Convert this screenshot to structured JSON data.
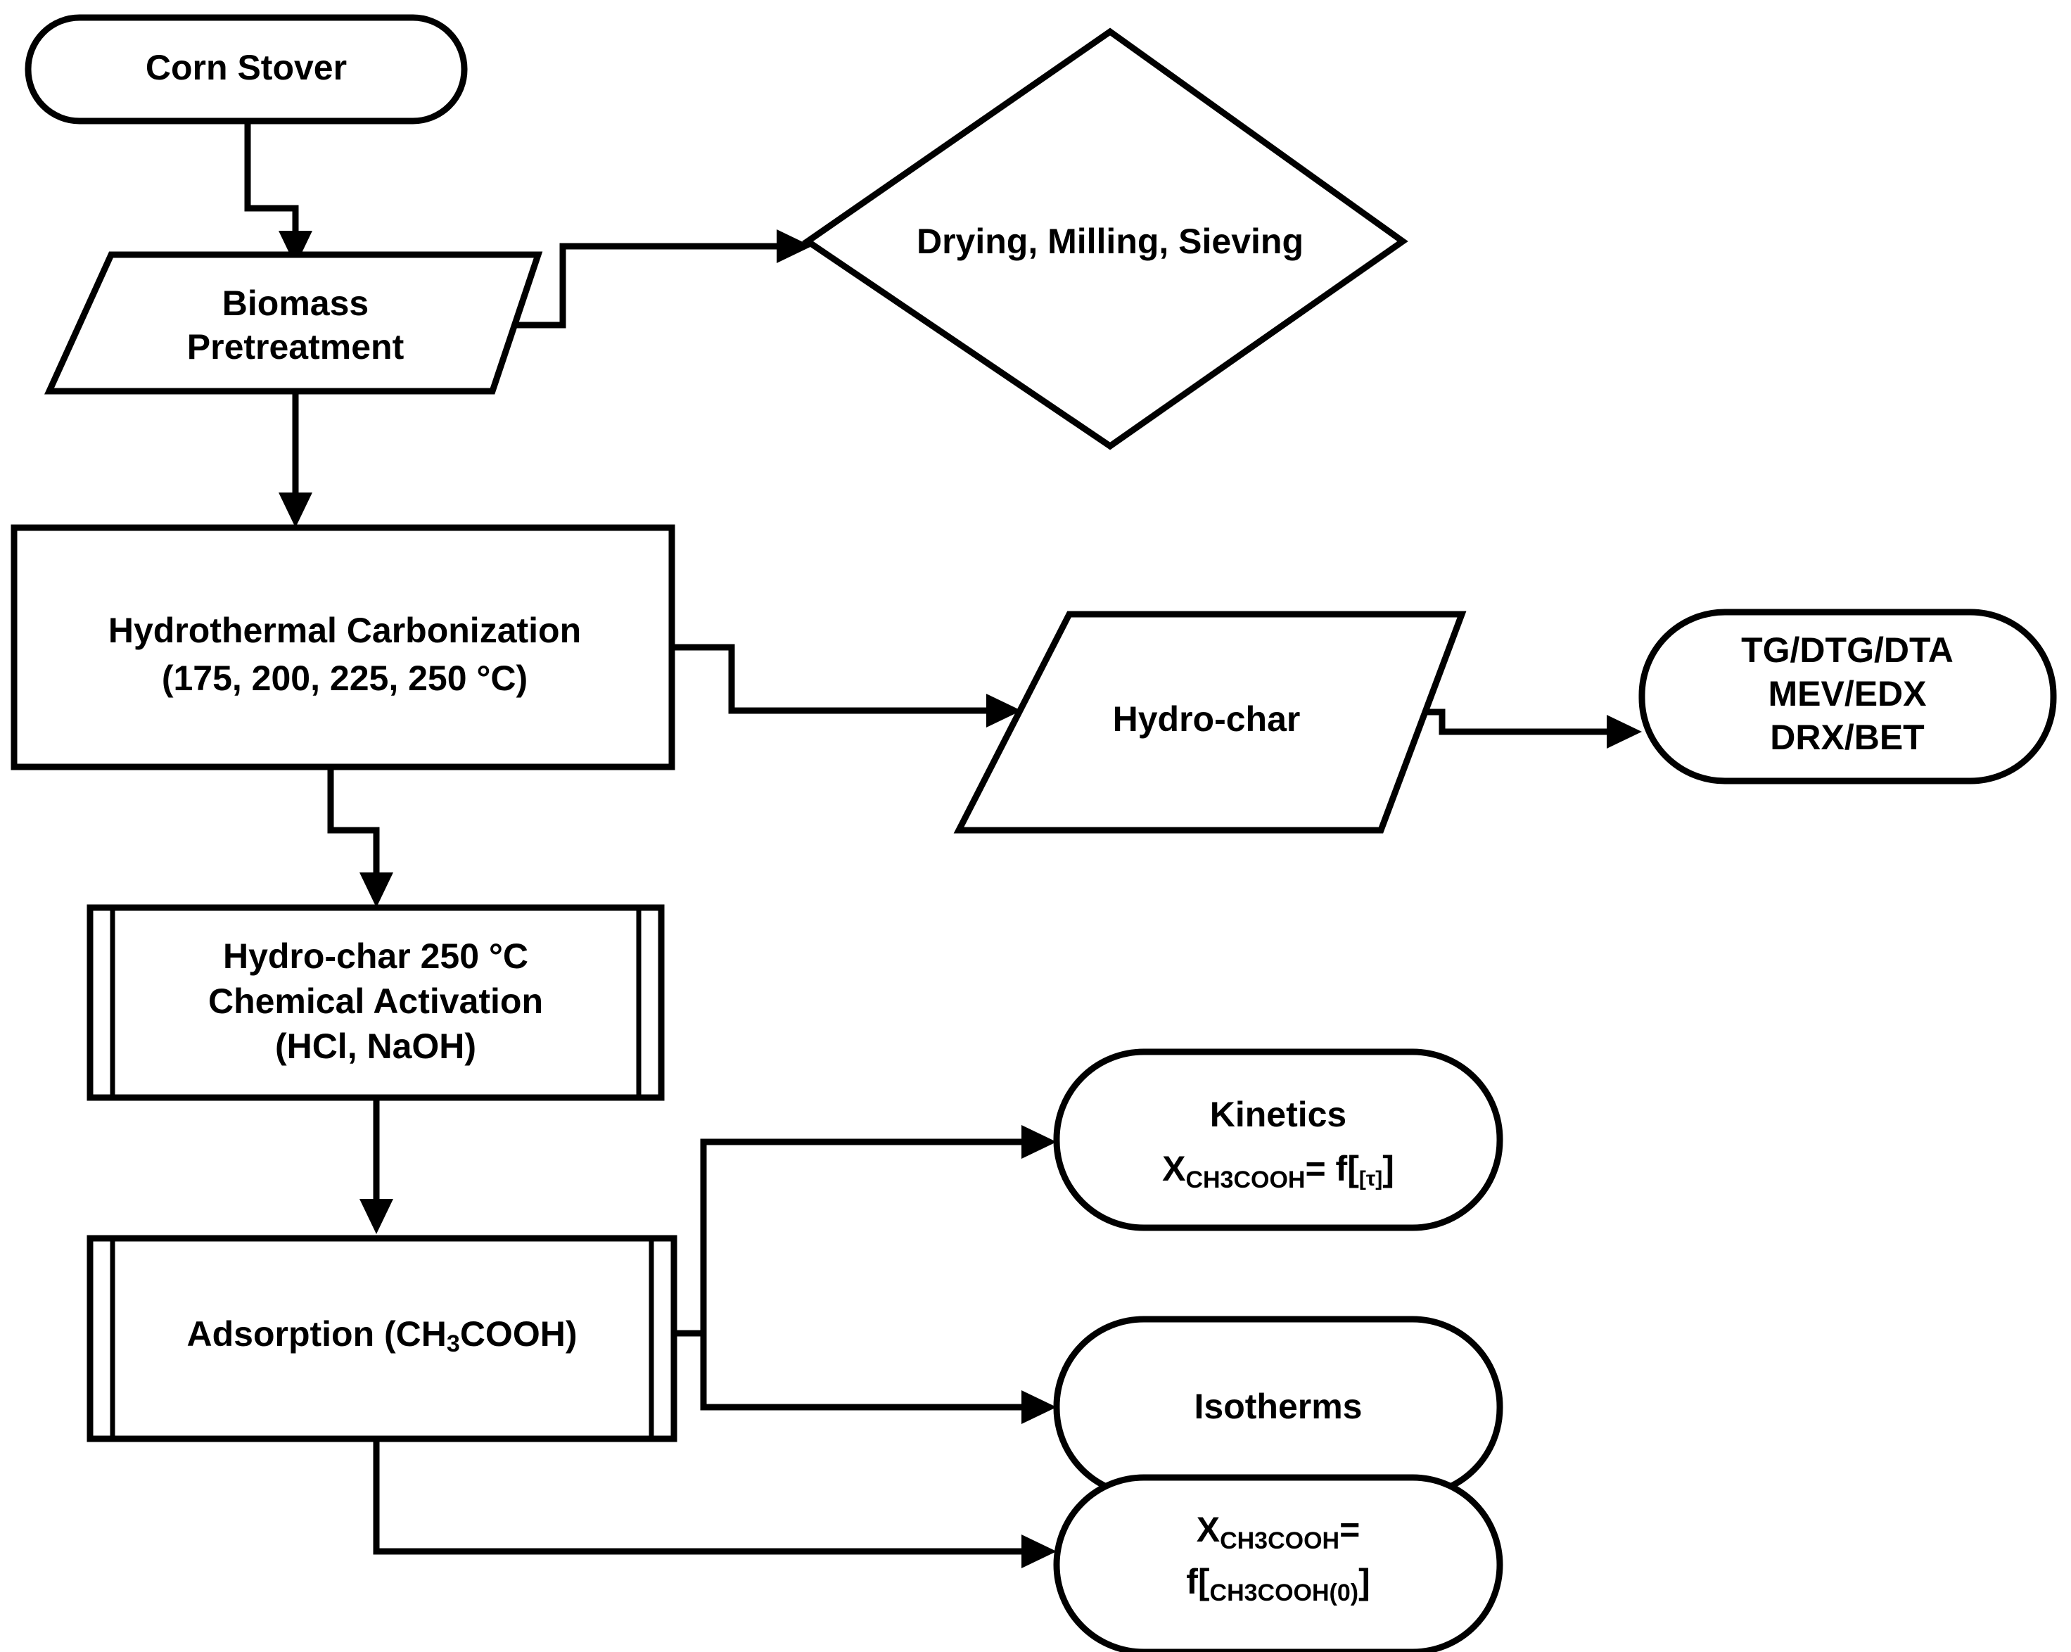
{
  "diagram": {
    "type": "process-flowchart",
    "title_present": false,
    "background_color": "#ffffff",
    "line_color": "#000000",
    "nodes": [
      {
        "id": "corn-stover",
        "shape": "stadium",
        "label": "Corn Stover"
      },
      {
        "id": "biomass-pretreatment",
        "shape": "parallelogram",
        "label_line_1": "Biomass",
        "label_line_2": "Pretreatment"
      },
      {
        "id": "drying-milling-sieving",
        "shape": "diamond",
        "label": "Drying, Milling, Sieving"
      },
      {
        "id": "hydrothermal-carbonization",
        "shape": "rectangle",
        "label_line_1": "Hydrothermal Carbonization",
        "label_line_2": "(175, 200, 225, 250 °C)",
        "temperatures_c": [
          175,
          200,
          225,
          250
        ]
      },
      {
        "id": "hydro-char",
        "shape": "parallelogram",
        "label": "Hydro-char"
      },
      {
        "id": "characterization",
        "shape": "stadium",
        "label_line_1": "TG/DTG/DTA",
        "label_line_2": "MEV/EDX",
        "label_line_3": "DRX/BET"
      },
      {
        "id": "chemical-activation",
        "shape": "predefined-process",
        "label_line_1": "Hydro-char 250 °C",
        "label_line_2": "Chemical Activation",
        "label_line_3": "(HCl, NaOH)"
      },
      {
        "id": "adsorption",
        "shape": "predefined-process",
        "label_prefix": "Adsorption (CH",
        "label_sub": "3",
        "label_suffix": "COOH)"
      },
      {
        "id": "kinetics",
        "shape": "stadium",
        "label_line_1": "Kinetics",
        "formula_var": "X",
        "formula_var_sub": "CH3COOH",
        "formula_eq": "= f[",
        "formula_arg_sub": "[τ]",
        "formula_close": "]"
      },
      {
        "id": "isotherms",
        "shape": "stadium",
        "label": "Isotherms"
      },
      {
        "id": "conversion-vs-initial",
        "shape": "stadium",
        "formula_var": "X",
        "formula_var_sub": "CH3COOH",
        "formula_eq": "=",
        "formula_line2_prefix": "f[",
        "formula_line2_sub": "CH3COOH(0)",
        "formula_line2_close": "]"
      }
    ],
    "edges": [
      {
        "from": "corn-stover",
        "to": "biomass-pretreatment",
        "style": "orthogonal-arrow"
      },
      {
        "from": "biomass-pretreatment",
        "to": "drying-milling-sieving",
        "style": "orthogonal-arrow"
      },
      {
        "from": "biomass-pretreatment",
        "to": "hydrothermal-carbonization",
        "style": "straight-arrow"
      },
      {
        "from": "hydrothermal-carbonization",
        "to": "hydro-char",
        "style": "orthogonal-arrow"
      },
      {
        "from": "hydro-char",
        "to": "characterization",
        "style": "orthogonal-arrow"
      },
      {
        "from": "hydrothermal-carbonization",
        "to": "chemical-activation",
        "style": "orthogonal-arrow"
      },
      {
        "from": "chemical-activation",
        "to": "adsorption",
        "style": "straight-arrow"
      },
      {
        "from": "adsorption",
        "to": "kinetics",
        "style": "orthogonal-arrow"
      },
      {
        "from": "adsorption",
        "to": "isotherms",
        "style": "orthogonal-arrow"
      },
      {
        "from": "adsorption",
        "to": "conversion-vs-initial",
        "style": "orthogonal-arrow"
      }
    ]
  }
}
